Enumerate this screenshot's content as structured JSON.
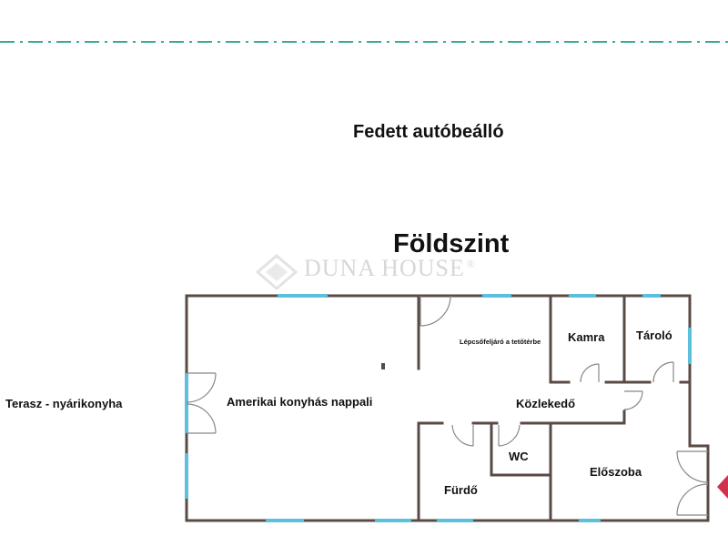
{
  "labels": {
    "carport": "Fedett autóbeálló",
    "floor": "Földszint",
    "terrace": "Terasz - nyárikonyha",
    "living": "Amerikai konyhás nappali",
    "stairs": "Lépcsőfeljáró a tetőtérbe",
    "pantry": "Kamra",
    "storage": "Tároló",
    "corridor": "Közlekedő",
    "wc": "WC",
    "bathroom": "Fürdő",
    "hall": "Előszoba"
  },
  "watermark": {
    "brand": "DUNA HOUSE",
    "mark": "®"
  },
  "colors": {
    "wall": "#5a4a45",
    "window": "#5cc0dd",
    "property_line": "#3aa89a",
    "door": "#888888",
    "entrance_marker": "#d0314f",
    "watermark": "#b8b8b8"
  }
}
